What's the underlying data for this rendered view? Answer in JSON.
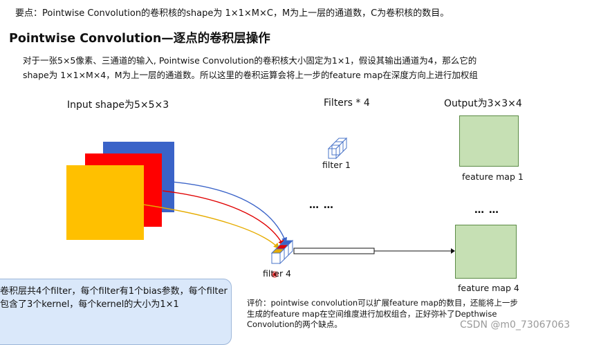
{
  "top_note": "要点：Pointwise Convolution的卷积核的shape为 1×1×M×C，M为上一层的通道数，C为卷积核的数目。",
  "section_title": "Pointwise Convolution—逐点的卷积层操作",
  "paragraph": {
    "line1": "对于一张5×5像素、三通道的输入, Pointwise Convolution的卷积核大小固定为1×1，假设其输出通道为4，那么它的",
    "line2": "shape为 1×1×M×4，M为上一层的通道数。所以这里的卷积运算会将上一步的feature map在深度方向上进行加权组"
  },
  "diagram": {
    "input_label": "Input shape为5×5×3",
    "filters_label": "Filters * 4",
    "output_label": "Output为3×3×4",
    "filter1_label": "filter 1",
    "filter4_label": "filter 4",
    "fm1_label": "feature map 1",
    "fm4_label": "feature map 4",
    "ellipsis_mid": "… …",
    "ellipsis_right": "… …",
    "colors": {
      "channel_blue": "#3a63c8",
      "channel_red": "#ff0000",
      "channel_yellow": "#ffc000",
      "feature_map": "#c6e0b4"
    }
  },
  "callout": {
    "text": "卷积层共4个filter，每个filter有1个bias参数，每个filter包含了3个kernel，每个kernel的大小为1×1"
  },
  "evaluation": "评价：pointwise convolution可以扩展feature map的数目，还能将上一步生成的feature map在空间维度进行加权组合，正好弥补了Depthwise Convolution的两个缺点。",
  "watermark": "CSDN @m0_73067063"
}
